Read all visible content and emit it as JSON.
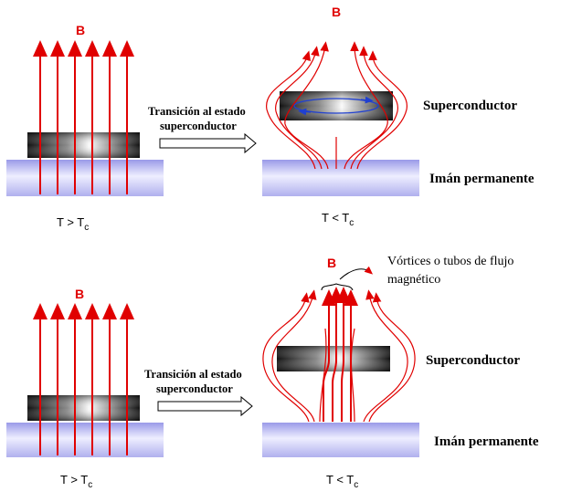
{
  "field_label": "B",
  "transition_label": [
    "Transición al estado",
    "superconductor"
  ],
  "superconductor_label": "Superconductor",
  "magnet_label": "Imán permanente",
  "temp_above": {
    "main": "T > T",
    "sub": "c"
  },
  "temp_below": {
    "main": "T < T",
    "sub": "c"
  },
  "vortex_note": [
    "Vórtices o tubos de flujo",
    "magnético"
  ],
  "colors": {
    "field_lines": "#e00000",
    "magnet": "#c8c8f4",
    "superconductor_dark": "#222222",
    "current_loop": "#2040d0"
  }
}
